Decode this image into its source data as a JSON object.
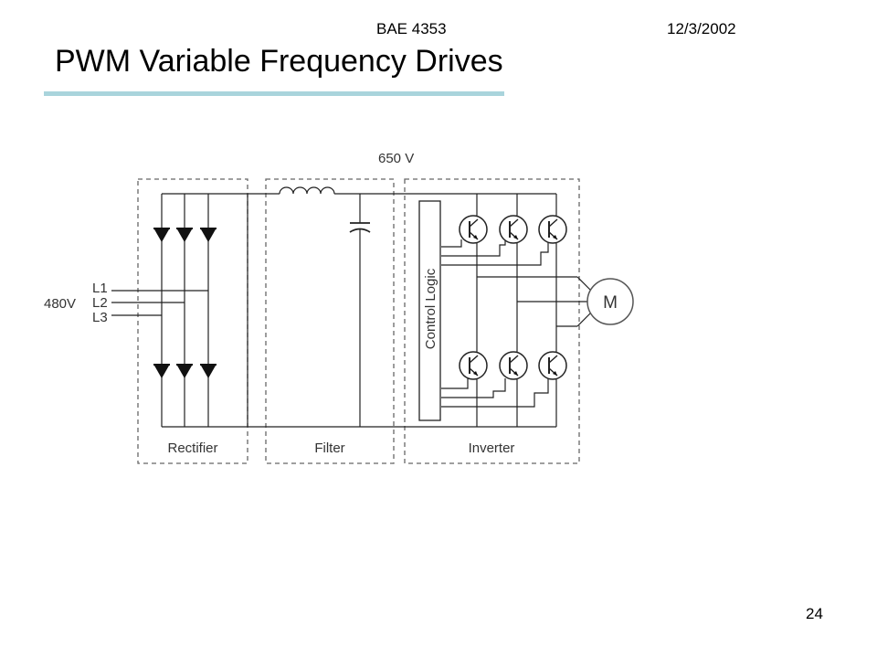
{
  "header": {
    "course": "BAE 4353",
    "date": "12/3/2002"
  },
  "title": "PWM Variable  Frequency Drives",
  "page_number": "24",
  "diagram": {
    "dc_bus_voltage": "650 V",
    "input_voltage": "480V",
    "phases": [
      "L1",
      "L2",
      "L3"
    ],
    "control_block": "Control Logic",
    "motor": "M",
    "sections": [
      "Rectifier",
      "Filter",
      "Inverter"
    ]
  }
}
